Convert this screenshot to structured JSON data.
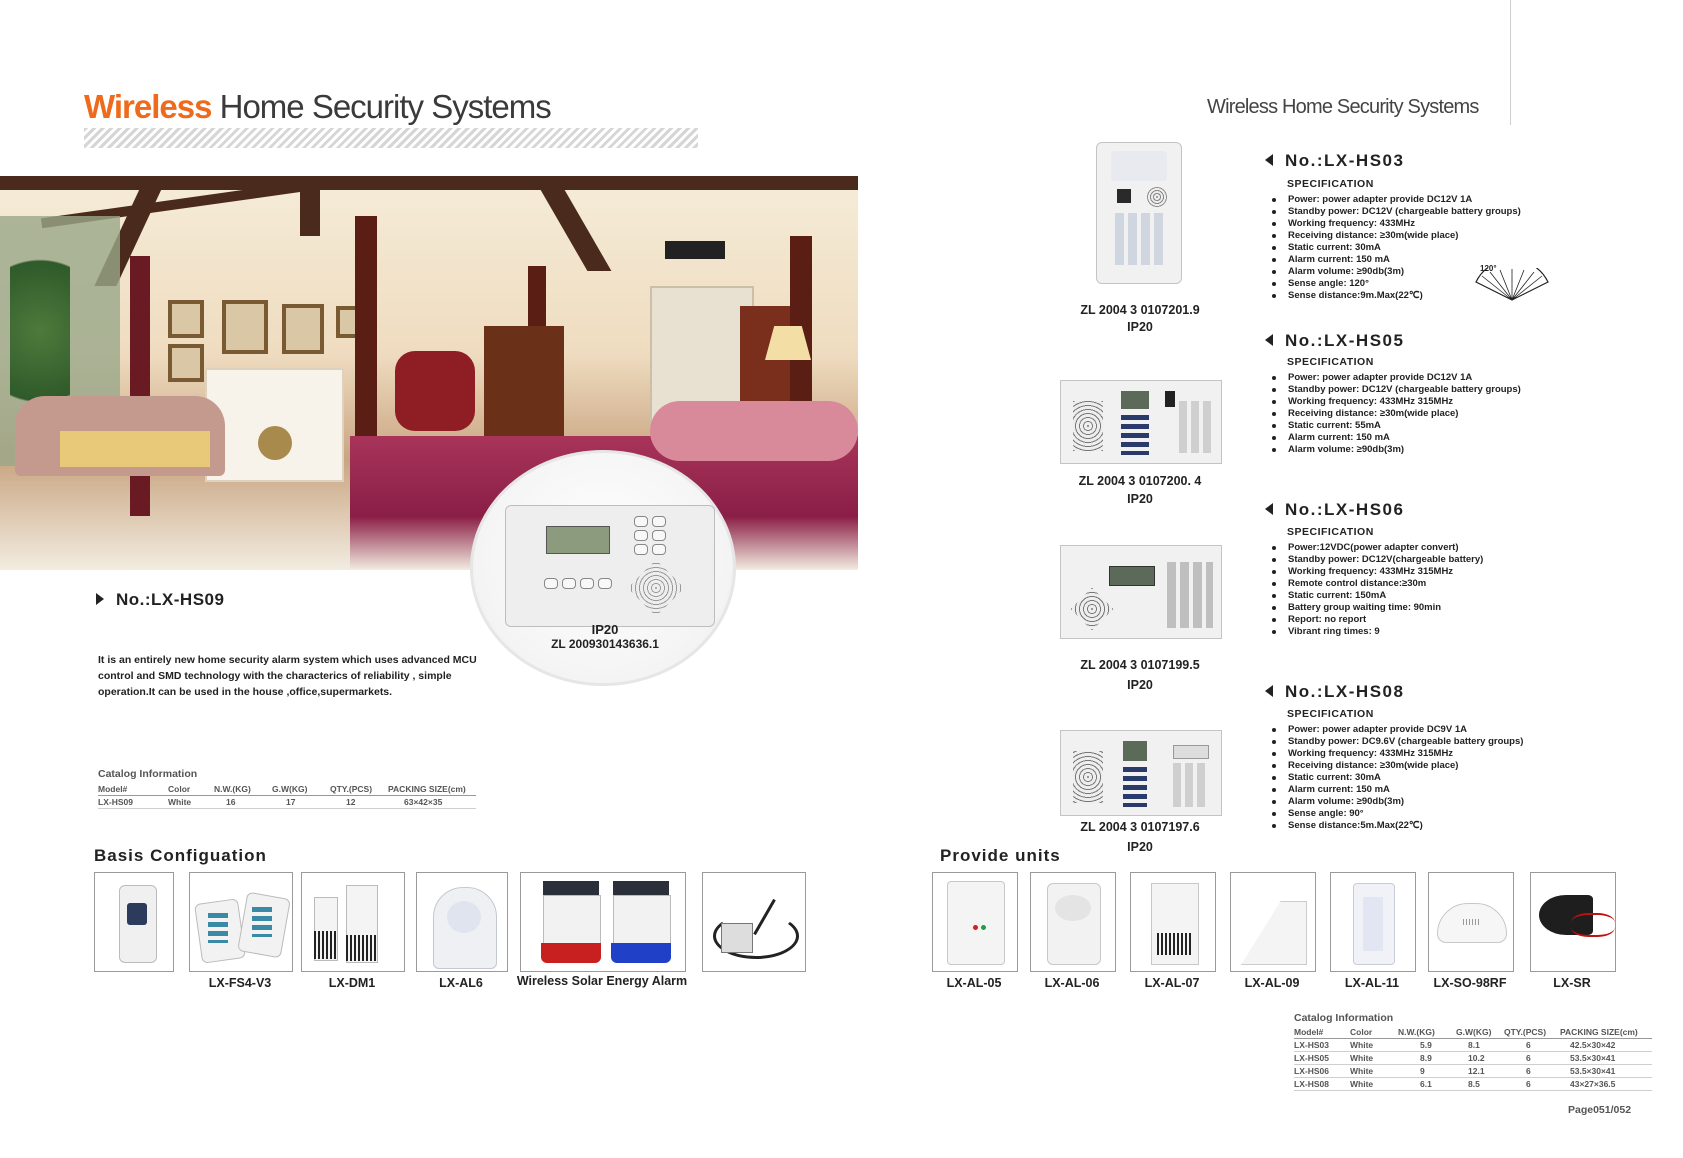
{
  "header": {
    "title_accent": "Wireless",
    "title_rest": " Home Security Systems",
    "right_title": "Wireless Home Security Systems"
  },
  "hs09": {
    "model": "No.:LX-HS09",
    "ip": "IP20",
    "patent": "ZL 200930143636.1",
    "description": "It is an entirely new home security alarm system which uses advanced MCU control and SMD technology with the characterics of reliability , simple operation.It can be used in the house ,office,supermarkets."
  },
  "catalog_left": {
    "title": "Catalog Information",
    "headers": [
      "Model#",
      "Color",
      "N.W.(KG)",
      "G.W(KG)",
      "QTY.(PCS)",
      "PACKING SIZE(cm)"
    ],
    "rows": [
      [
        "LX-HS09",
        "White",
        "16",
        "17",
        "12",
        "63×42×35"
      ]
    ]
  },
  "basic_config": {
    "title": "Basis Configuation",
    "items": [
      {
        "icon": "panic-button-icon",
        "caption": ""
      },
      {
        "icon": "remote-control-icon",
        "caption": "LX-FS4-V3"
      },
      {
        "icon": "door-contact-icon",
        "caption": "LX-DM1"
      },
      {
        "icon": "pir-detector-icon",
        "caption": "LX-AL6"
      },
      {
        "icon": "solar-siren-icon",
        "caption": "Wireless Solar Energy Alarm"
      },
      {
        "icon": "adapter-cable-icon",
        "caption": ""
      }
    ]
  },
  "models": [
    {
      "model": "No.:LX-HS03",
      "spec_title": "SPECIFICATION",
      "specs": [
        "Power: power adapter provide DC12V 1A",
        "Standby power: DC12V (chargeable battery groups)",
        "Working frequency: 433MHz",
        "Receiving distance: ≥30m(wide place)",
        "Static current: 30mA",
        "Alarm current: 150 mA",
        "Alarm volume: ≥90db(3m)",
        "Sense angle: 120°",
        "Sense distance:9m.Max(22℃)"
      ],
      "zl": "ZL 2004 3 0107201.9",
      "ip": "IP20",
      "angle_label": "120°"
    },
    {
      "model": "No.:LX-HS05",
      "spec_title": "SPECIFICATION",
      "specs": [
        "Power: power adapter provide DC12V 1A",
        "Standby power: DC12V (chargeable battery groups)",
        "Working frequency: 433MHz  315MHz",
        "Receiving distance: ≥30m(wide place)",
        "Static current: 55mA",
        "Alarm current: 150 mA",
        "Alarm volume: ≥90db(3m)"
      ],
      "zl": "ZL 2004 3 0107200. 4",
      "ip": "IP20"
    },
    {
      "model": "No.:LX-HS06",
      "spec_title": "SPECIFICATION",
      "specs": [
        "Power:12VDC(power adapter convert)",
        "Standby power: DC12V(chargeable battery)",
        "Working frequency: 433MHz  315MHz",
        "Remote control distance:≥30m",
        "Static current: 150mA",
        "Battery group waiting time: 90min",
        "Report: no report",
        "Vibrant ring times: 9"
      ],
      "zl": "ZL 2004 3 0107199.5",
      "ip": "IP20"
    },
    {
      "model": "No.:LX-HS08",
      "spec_title": "SPECIFICATION",
      "specs": [
        "Power: power adapter provide DC9V 1A",
        "Standby power: DC9.6V (chargeable battery groups)",
        "Working frequency: 433MHz   315MHz",
        "Receiving distance: ≥30m(wide place)",
        "Static current: 30mA",
        "Alarm current: 150 mA",
        "Alarm volume: ≥90db(3m)",
        "Sense angle: 90°",
        "Sense distance:5m.Max(22℃)"
      ],
      "zl": "ZL 2004 3 0107197.6",
      "ip": "IP20"
    }
  ],
  "provide_units": {
    "title": "Provide  units",
    "items": [
      {
        "icon": "smoke-detector-icon",
        "caption": "LX-AL-05"
      },
      {
        "icon": "pir-detector-icon",
        "caption": "LX-AL-06"
      },
      {
        "icon": "pir-detector-icon",
        "caption": "LX-AL-07"
      },
      {
        "icon": "curtain-detector-icon",
        "caption": "LX-AL-09"
      },
      {
        "icon": "beam-detector-icon",
        "caption": "LX-AL-11"
      },
      {
        "icon": "gas-detector-icon",
        "caption": "LX-SO-98RF"
      },
      {
        "icon": "siren-icon",
        "caption": "LX-SR"
      }
    ]
  },
  "catalog_right": {
    "title": "Catalog Information",
    "headers": [
      "Model#",
      "Color",
      "N.W.(KG)",
      "G.W(KG)",
      "QTY.(PCS)",
      "PACKING SIZE(cm)"
    ],
    "rows": [
      [
        "LX-HS03",
        "White",
        "5.9",
        "8.1",
        "6",
        "42.5×30×42"
      ],
      [
        "LX-HS05",
        "White",
        "8.9",
        "10.2",
        "6",
        "53.5×30×41"
      ],
      [
        "LX-HS06",
        "White",
        "9",
        "12.1",
        "6",
        "53.5×30×41"
      ],
      [
        "LX-HS08",
        "White",
        "6.1",
        "8.5",
        "6",
        "43×27×36.5"
      ]
    ]
  },
  "page_number": "Page051/052"
}
